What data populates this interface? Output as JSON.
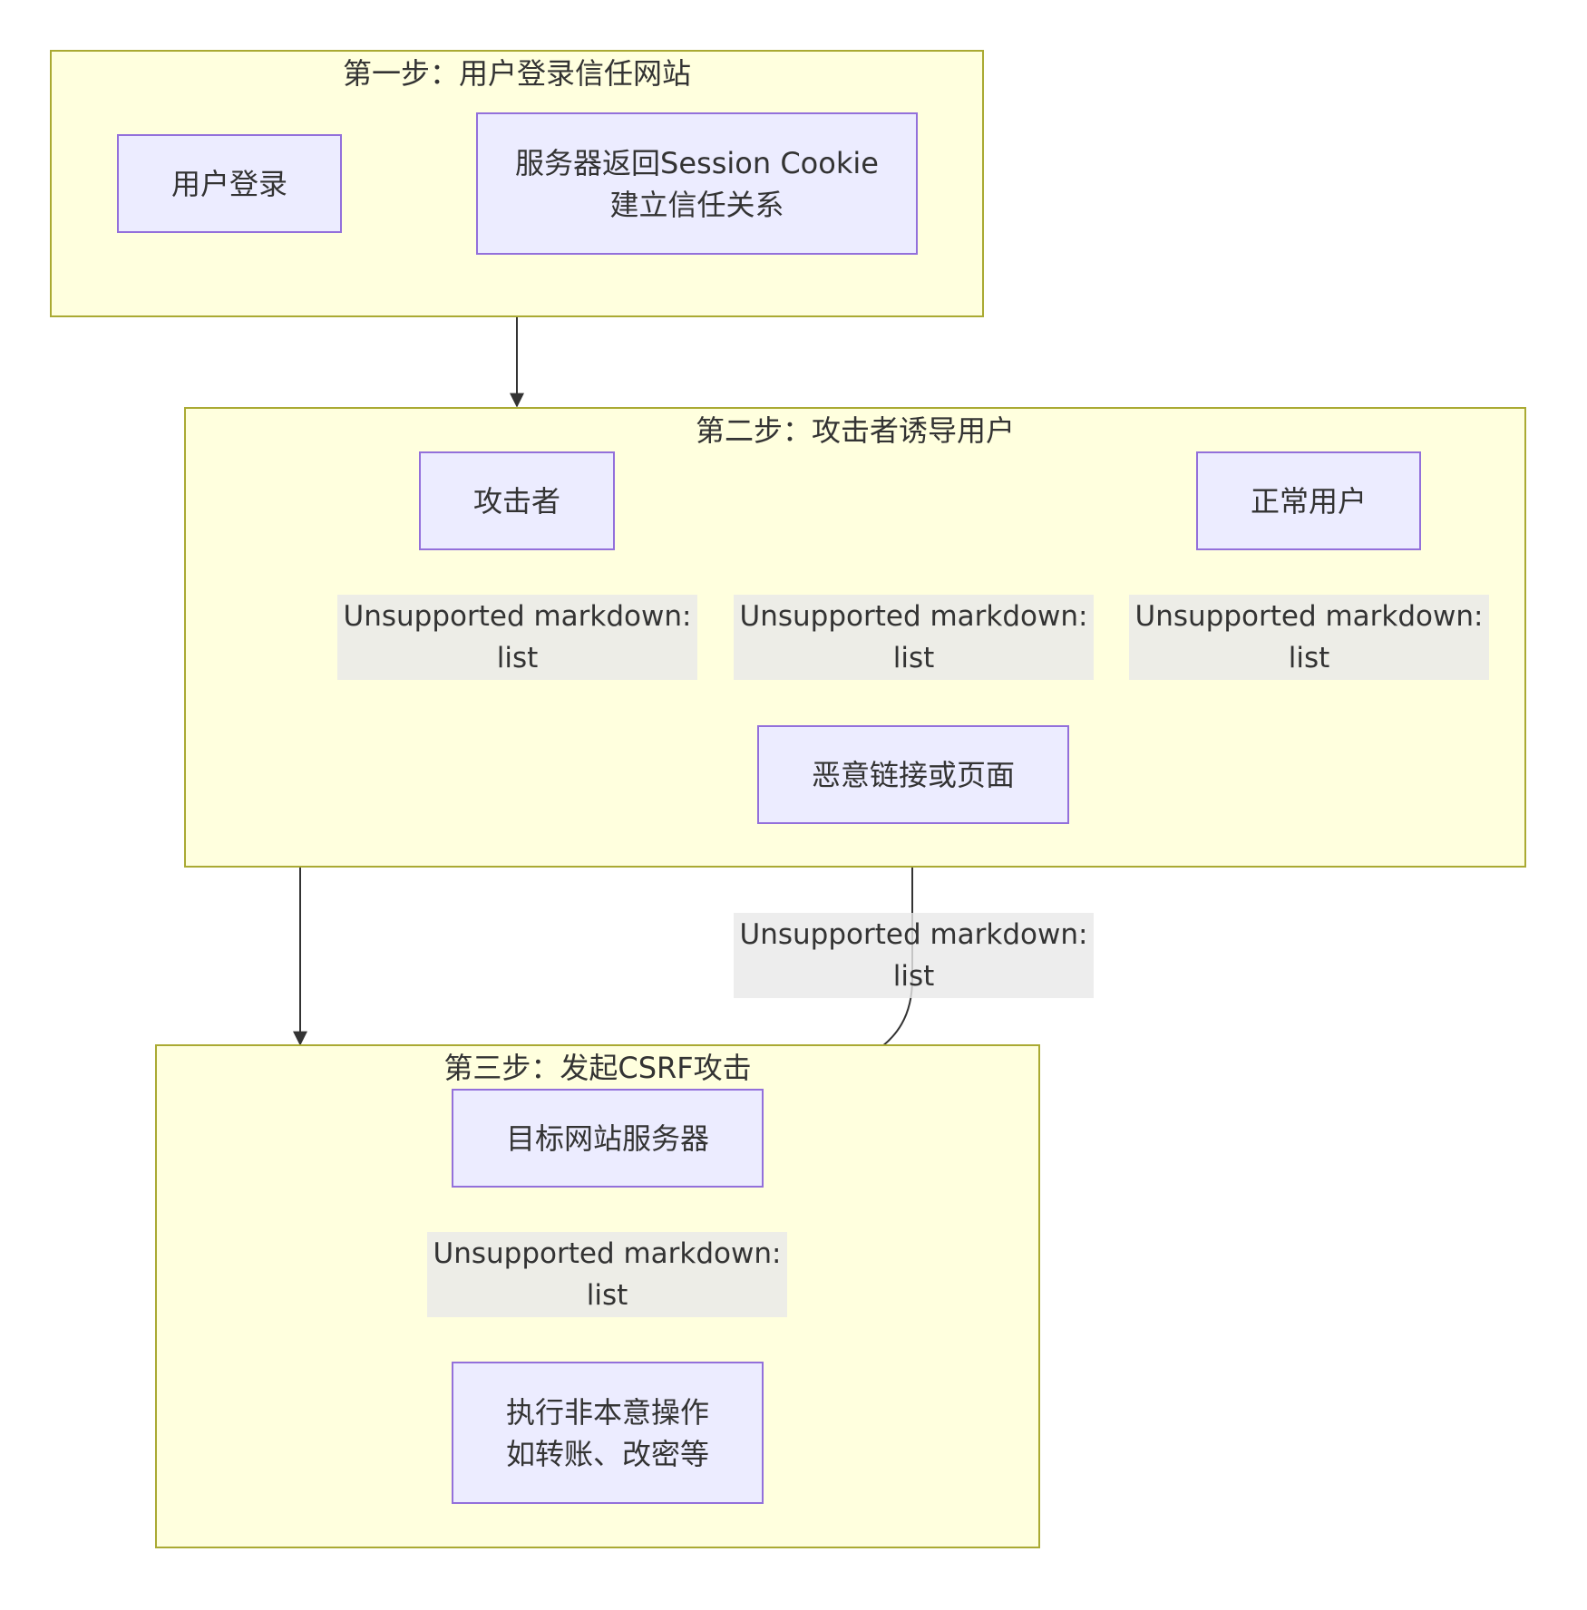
{
  "clusters": {
    "step1": "第一步：用户登录信任网站",
    "step2": "第二步：攻击者诱导用户",
    "step3": "第三步：发起CSRF攻击"
  },
  "nodes": {
    "user_login": "用户登录",
    "server_cookie": [
      "服务器返回Session Cookie",
      "建立信任关系"
    ],
    "attacker": "攻击者",
    "normal_user": "正常用户",
    "malicious_link": "恶意链接或页面",
    "target_server": "目标网站服务器",
    "unintended_action": [
      "执行非本意操作",
      "如转账、改密等"
    ]
  },
  "edge_labels": {
    "label_a": [
      "Unsupported markdown:",
      "list"
    ],
    "label_b": [
      "Unsupported markdown:",
      "list"
    ],
    "label_c": [
      "Unsupported markdown:",
      "list"
    ],
    "label_d": [
      "Unsupported markdown:",
      "list"
    ],
    "label_e": [
      "Unsupported markdown:",
      "list"
    ]
  },
  "colors": {
    "cluster_fill": "#ffffde",
    "cluster_stroke": "#aaaa33",
    "node_fill": "#ececff",
    "node_stroke": "#9370db",
    "edge": "#333333",
    "label_bg": "#e8e8e8"
  }
}
